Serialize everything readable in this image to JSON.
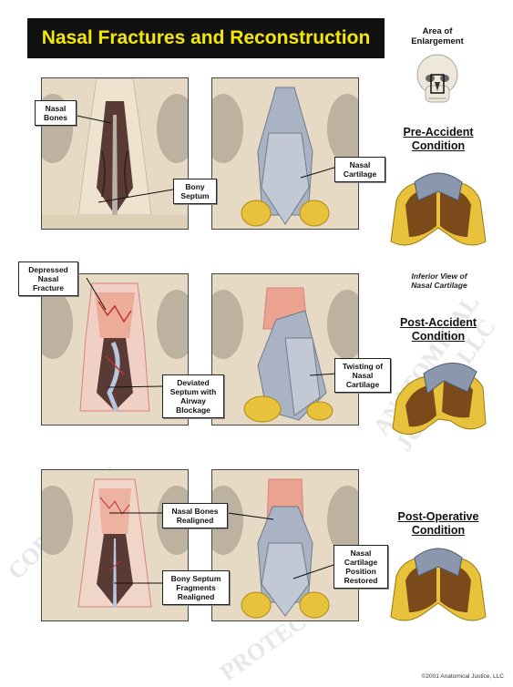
{
  "title": "Nasal Fractures and Reconstruction",
  "enlargement_label": "Area of Enlargement",
  "labels": {
    "nasal_bones": "Nasal Bones",
    "bony_septum": "Bony Septum",
    "nasal_cartilage": "Nasal Cartilage",
    "depressed_fracture": "Depressed Nasal Fracture",
    "deviated_septum": "Deviated Septum with Airway Blockage",
    "twisting_cartilage": "Twisting of Nasal Cartilage",
    "nasal_bones_realigned": "Nasal Bones Realigned",
    "septum_realigned": "Bony Septum Fragments Realigned",
    "cartilage_restored": "Nasal Cartilage Position Restored"
  },
  "headings": {
    "pre": "Pre-Accident Condition",
    "post": "Post-Accident Condition",
    "postop": "Post-Operative Condition"
  },
  "inferior_caption": "Inferior View of Nasal Cartilage",
  "copyright": "©2001 Anatomical Justice, LLC",
  "watermarks": [
    "PROTECTED",
    "COPYRIGHT",
    "ANATOMICAL JUSTICE LLC"
  ],
  "colors": {
    "title_bg": "#111111",
    "title_fg": "#f5e800",
    "bone": "#e8d5b8",
    "cartilage": "#a9b3c3",
    "fat": "#e8c23a",
    "fracture": "#e06060"
  }
}
